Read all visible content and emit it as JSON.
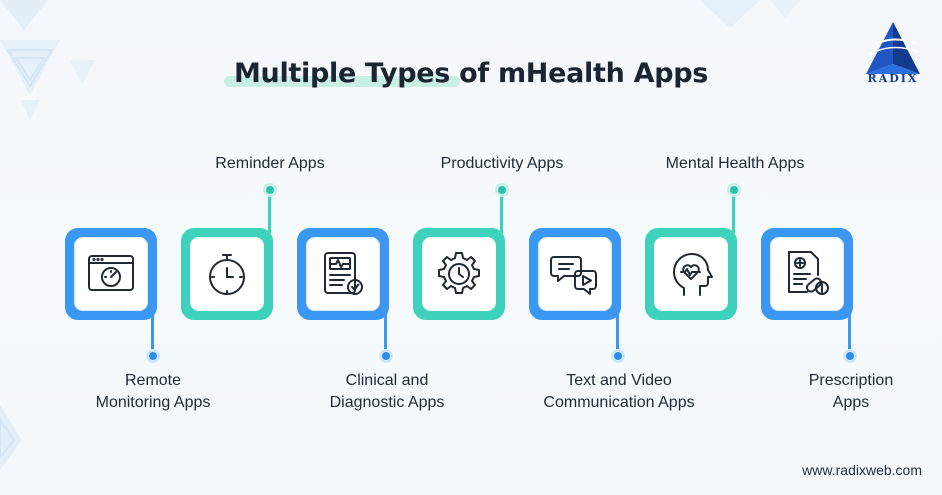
{
  "title": "Multiple Types of mHealth Apps",
  "logo": {
    "text": "RADIX",
    "icon": "pyramid-logo-icon"
  },
  "website": "www.radixweb.com",
  "colors": {
    "blue": "#3a97f2",
    "teal": "#3ed1bb",
    "highlight": "#c9eee6"
  },
  "apps": [
    {
      "label_line1": "Remote",
      "label_line2": "Monitoring Apps",
      "icon": "speedometer-dashboard-icon",
      "color": "blue",
      "label_position": "below"
    },
    {
      "label_line1": "Reminder Apps",
      "label_line2": "",
      "icon": "stopwatch-icon",
      "color": "teal",
      "label_position": "above"
    },
    {
      "label_line1": "Clinical and",
      "label_line2": "Diagnostic Apps",
      "icon": "medical-report-icon",
      "color": "blue",
      "label_position": "below"
    },
    {
      "label_line1": "Productivity Apps",
      "label_line2": "",
      "icon": "gear-clock-icon",
      "color": "teal",
      "label_position": "above"
    },
    {
      "label_line1": "Text and Video",
      "label_line2": "Communication Apps",
      "icon": "chat-video-icon",
      "color": "blue",
      "label_position": "below"
    },
    {
      "label_line1": "Mental Health Apps",
      "label_line2": "",
      "icon": "head-heart-icon",
      "color": "teal",
      "label_position": "above"
    },
    {
      "label_line1": "Prescription",
      "label_line2": "Apps",
      "icon": "prescription-pill-icon",
      "color": "blue",
      "label_position": "below"
    }
  ]
}
